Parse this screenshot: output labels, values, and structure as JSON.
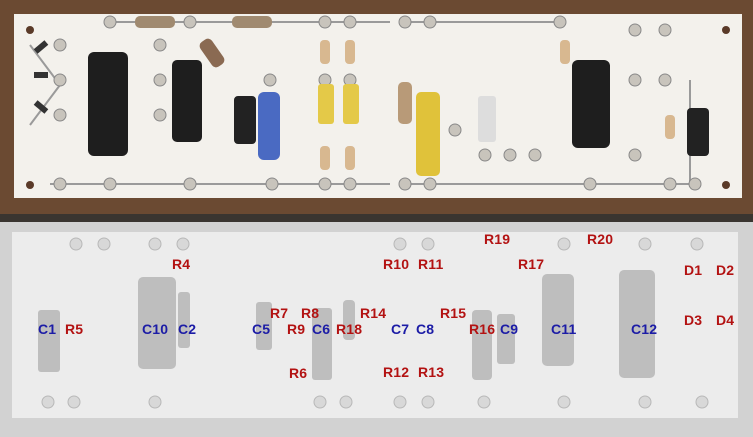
{
  "labels": {
    "resistors": [
      "R4",
      "R5",
      "R6",
      "R7",
      "R8",
      "R9",
      "R10",
      "R11",
      "R12",
      "R13",
      "R14",
      "R15",
      "R16",
      "R17",
      "R18",
      "R19",
      "R20"
    ],
    "capacitors": [
      "C1",
      "C2",
      "C5",
      "C6",
      "C7",
      "C8",
      "C9",
      "C10",
      "C11",
      "C12"
    ],
    "diodes": [
      "D1",
      "D2",
      "D3",
      "D4"
    ]
  },
  "colors": {
    "resistor_label": "#b31212",
    "capacitor_label": "#1c1ca6",
    "diode_label": "#b31212"
  }
}
